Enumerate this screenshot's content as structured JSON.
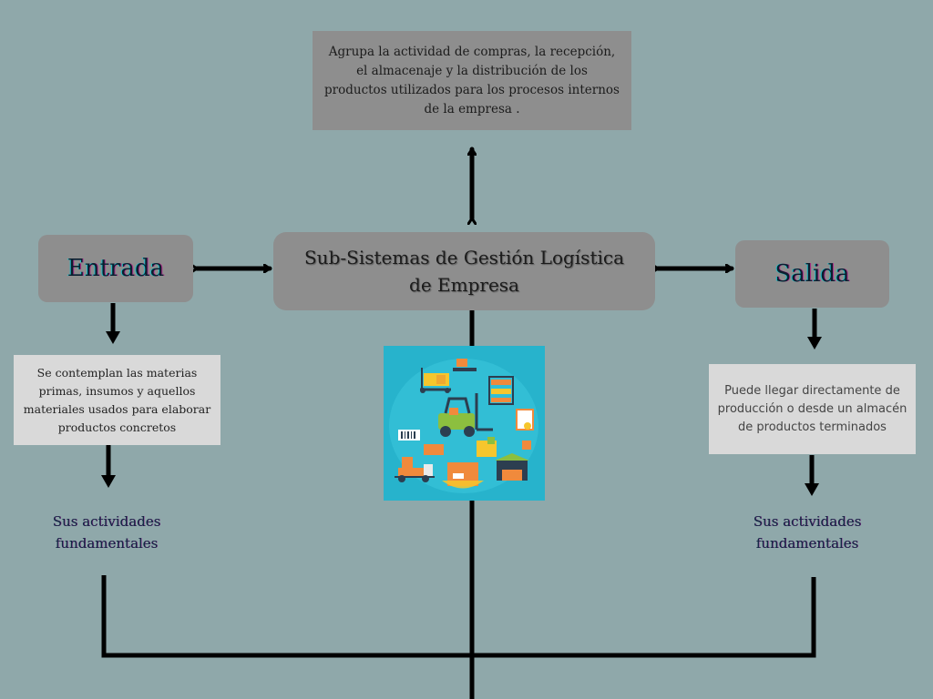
{
  "diagram": {
    "top_description": "Agrupa la actividad de compras, la recepción, el almacenaje y la distribución de los productos utilizados para los procesos internos de la empresa .",
    "center_title": "Sub-Sistemas de Gestión Logística de Empresa",
    "left_node": {
      "title": "Entrada",
      "description": "Se contemplan las materias primas, insumos y aquellos materiales usados para elaborar productos concretos",
      "activities_label": "Sus actividades fundamentales"
    },
    "right_node": {
      "title": "Salida",
      "description": "Puede llegar directamente de producción o desde un almacén de productos terminados",
      "activities_label": "Sus actividades fundamentales"
    },
    "image": {
      "icon": "logistics-illustration-icon",
      "description": "Logistics icons: forklift, pallet truck, shelves, boxes, delivery truck, warehouse"
    }
  },
  "colors": {
    "background": "#8fa8aa",
    "main_box": "#8e8e8e",
    "desc_box": "#d9d9d9",
    "image_bg": "#27b3cc",
    "connector": "#000000"
  }
}
